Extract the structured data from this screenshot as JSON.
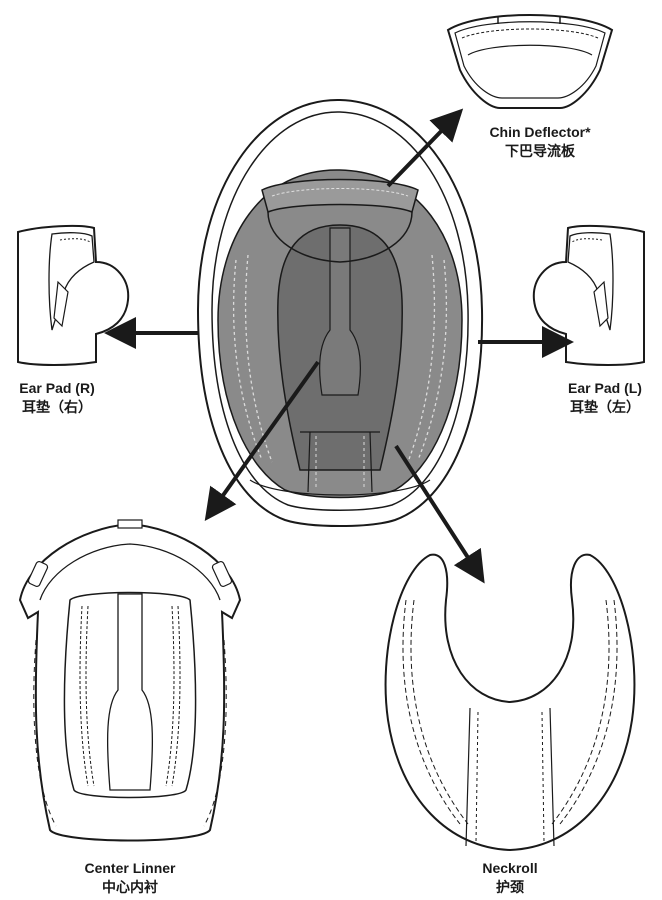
{
  "parts": {
    "chin_deflector": {
      "en": "Chin Deflector*",
      "zh": "下巴导流板"
    },
    "ear_pad_right": {
      "en": "Ear Pad (R)",
      "zh": "耳垫（右）"
    },
    "ear_pad_left": {
      "en": "Ear Pad (L)",
      "zh": "耳垫（左）"
    },
    "center_liner": {
      "en": "Center Linner",
      "zh": "中心内衬"
    },
    "neckroll": {
      "en": "Neckroll",
      "zh": "护颈"
    }
  },
  "colors": {
    "line": "#1a1a1a",
    "liner_fill": "#8a8a8a",
    "liner_dark": "#6e6e6e",
    "pad_fill": "#ffffff"
  }
}
